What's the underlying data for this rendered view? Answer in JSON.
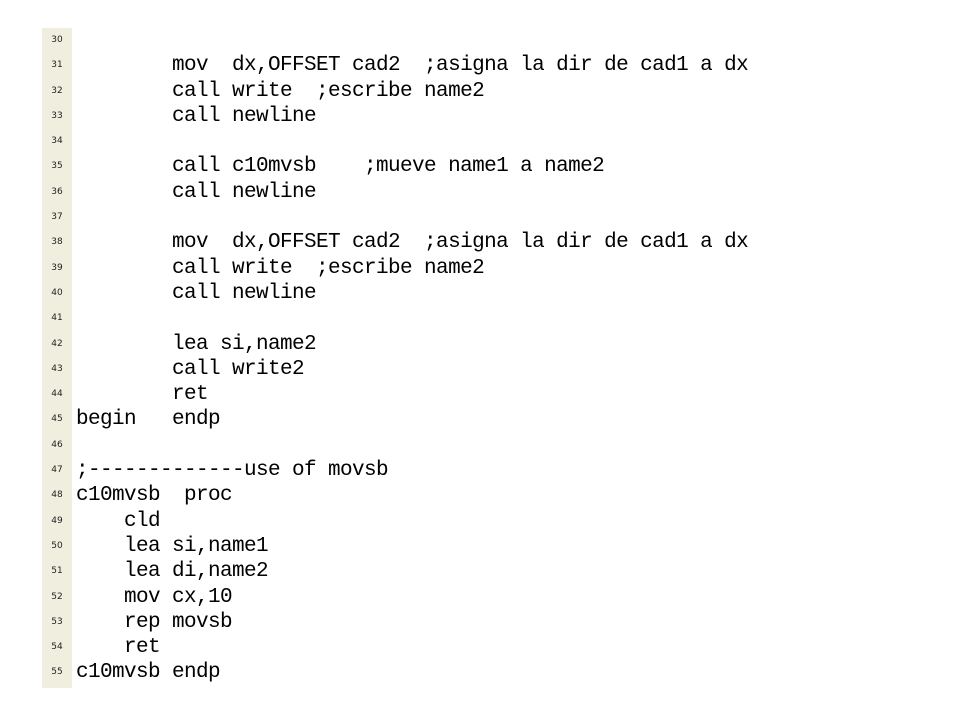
{
  "editor": {
    "lines": [
      {
        "num": "30",
        "text": ""
      },
      {
        "num": "31",
        "text": "        mov  dx,OFFSET cad2  ;asigna la dir de cad1 a dx"
      },
      {
        "num": "32",
        "text": "        call write  ;escribe name2"
      },
      {
        "num": "33",
        "text": "        call newline"
      },
      {
        "num": "34",
        "text": ""
      },
      {
        "num": "35",
        "text": "        call c10mvsb    ;mueve name1 a name2"
      },
      {
        "num": "36",
        "text": "        call newline"
      },
      {
        "num": "37",
        "text": ""
      },
      {
        "num": "38",
        "text": "        mov  dx,OFFSET cad2  ;asigna la dir de cad1 a dx"
      },
      {
        "num": "39",
        "text": "        call write  ;escribe name2"
      },
      {
        "num": "40",
        "text": "        call newline"
      },
      {
        "num": "41",
        "text": ""
      },
      {
        "num": "42",
        "text": "        lea si,name2"
      },
      {
        "num": "43",
        "text": "        call write2"
      },
      {
        "num": "44",
        "text": "        ret"
      },
      {
        "num": "45",
        "text": "begin   endp"
      },
      {
        "num": "46",
        "text": ""
      },
      {
        "num": "47",
        "text": ";-------------use of movsb"
      },
      {
        "num": "48",
        "text": "c10mvsb  proc"
      },
      {
        "num": "49",
        "text": "    cld"
      },
      {
        "num": "50",
        "text": "    lea si,name1"
      },
      {
        "num": "51",
        "text": "    lea di,name2"
      },
      {
        "num": "52",
        "text": "    mov cx,10"
      },
      {
        "num": "53",
        "text": "    rep movsb"
      },
      {
        "num": "54",
        "text": "    ret"
      },
      {
        "num": "55",
        "text": "c10mvsb endp"
      }
    ]
  }
}
